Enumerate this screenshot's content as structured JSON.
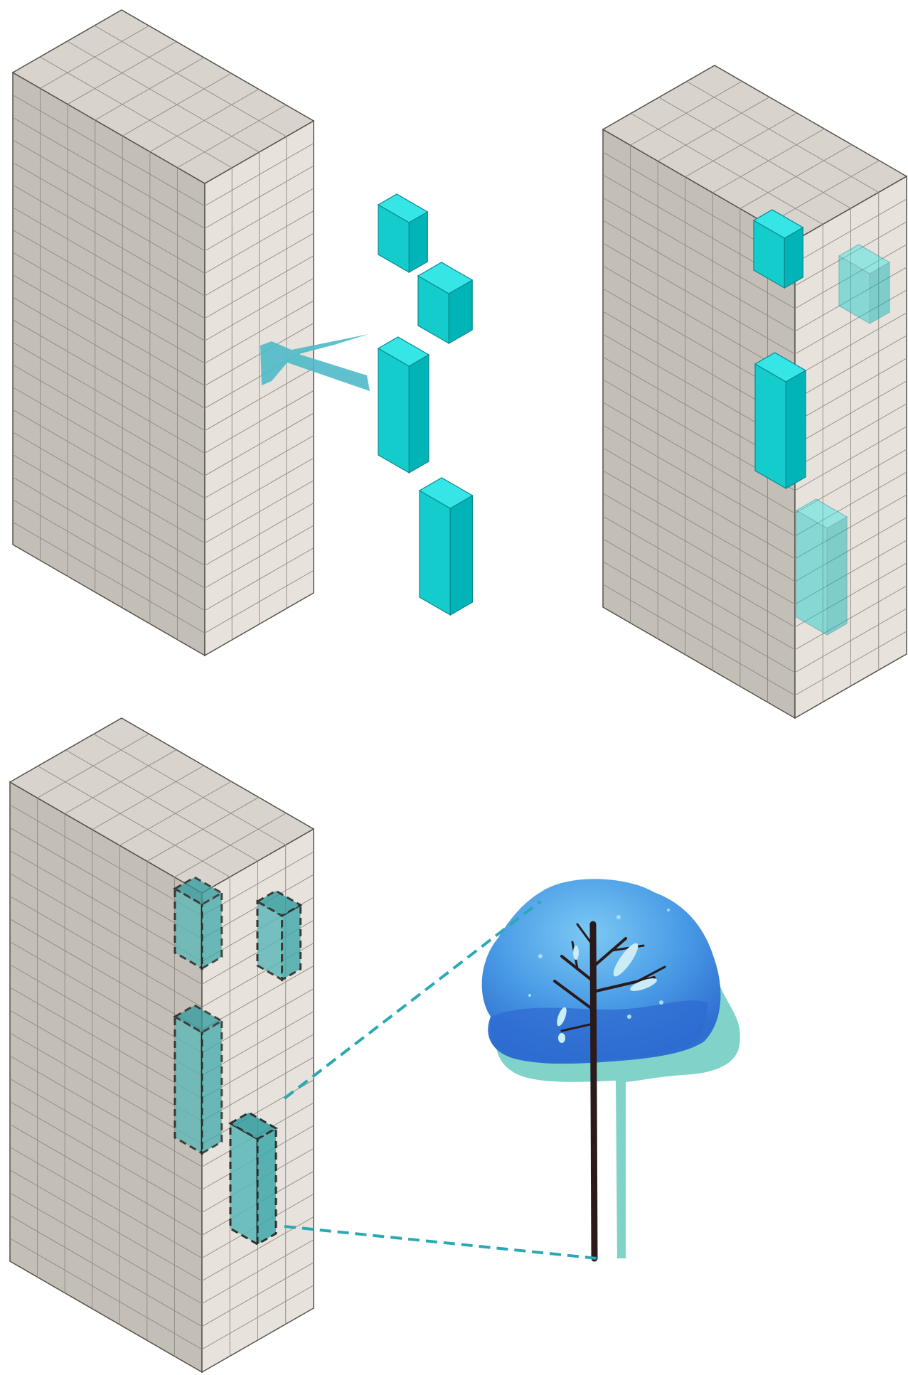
{
  "figure": {
    "panels": [
      {
        "id": "tower-with-modules-detached",
        "tower": "tower",
        "modules": [
          "cube",
          "cube",
          "tall-block",
          "tall-block"
        ],
        "arrow": "insert-arrow"
      },
      {
        "id": "tower-with-modules-inserted",
        "tower": "tower",
        "modules": [
          "cube",
          "cube-ghost",
          "tall-block",
          "tall-block-ghost"
        ]
      },
      {
        "id": "tower-with-voids",
        "tower": "tower",
        "voids": [
          "void-outline",
          "void-outline",
          "void-outline",
          "void-outline"
        ],
        "callout": "tree-illustration"
      }
    ]
  },
  "colors": {
    "tower_left": "#c3beb6",
    "tower_right": "#e7e3dc",
    "tower_top": "#d8d4cd",
    "grid_line": "#8f8a83",
    "outline": "#55524d",
    "module_top": "#36e6e6",
    "module_left": "#14cccc",
    "module_right": "#00b4b8",
    "arrow": "#4fb9c8",
    "void_fill": "#59b8b8",
    "leader_line": "#2aa9b4",
    "tree_canopy": "#3f8fe0",
    "tree_canopy_light": "#6dbcf0",
    "tree_shadow": "#7fd3c9",
    "trunk": "#2a1a1a"
  }
}
